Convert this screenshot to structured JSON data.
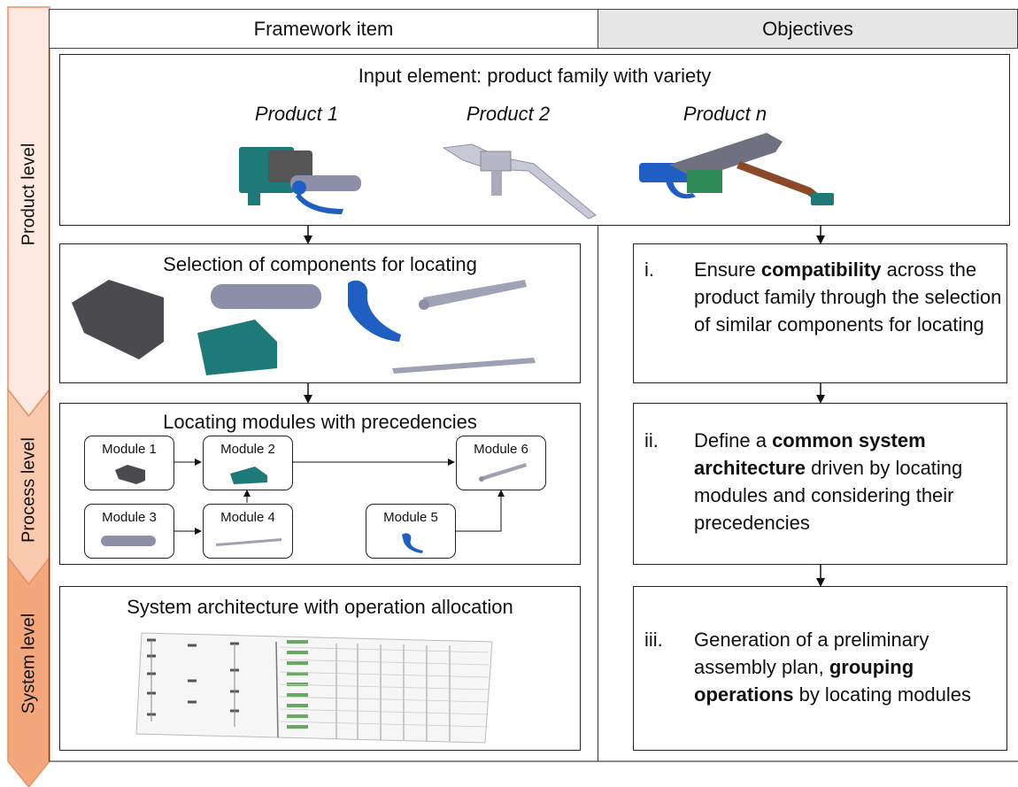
{
  "levels": {
    "product": "Product level",
    "process": "Process level",
    "system": "System level"
  },
  "headers": {
    "framework": "Framework item",
    "objectives": "Objectives"
  },
  "input": {
    "title": "Input element: product family with variety",
    "products": [
      "Product 1",
      "Product 2",
      "Product n"
    ]
  },
  "selection": {
    "title": "Selection of components for locating"
  },
  "locating": {
    "title": "Locating modules with precedencies",
    "modules": [
      "Module 1",
      "Module 2",
      "Module 3",
      "Module 4",
      "Module 5",
      "Module 6"
    ]
  },
  "system": {
    "title": "System architecture with operation allocation"
  },
  "objectives": [
    {
      "num": "i.",
      "parts": [
        {
          "text": "Ensure ",
          "bold": false
        },
        {
          "text": "compatibility",
          "bold": true
        },
        {
          "text": " across the product family through the selection of similar components for locating",
          "bold": false
        }
      ]
    },
    {
      "num": "ii.",
      "parts": [
        {
          "text": "Define a ",
          "bold": false
        },
        {
          "text": "common system architecture",
          "bold": true
        },
        {
          "text": " driven by locating modules and considering their precedencies",
          "bold": false
        }
      ]
    },
    {
      "num": "iii.",
      "parts": [
        {
          "text": "Generation of a preliminary assembly plan, ",
          "bold": false
        },
        {
          "text": "grouping operations",
          "bold": true
        },
        {
          "text": " by locating modules",
          "bold": false
        }
      ]
    }
  ],
  "colors": {
    "product_level": "#fde9df",
    "process_level": "#f9c9ad",
    "system_level": "#f4a77b",
    "chevron_stroke": "#e3936a",
    "header_fill": "#e6e6e6",
    "part_teal": "#1d7a78",
    "part_blue": "#1f5fc4",
    "part_gray": "#8d8fa8"
  }
}
